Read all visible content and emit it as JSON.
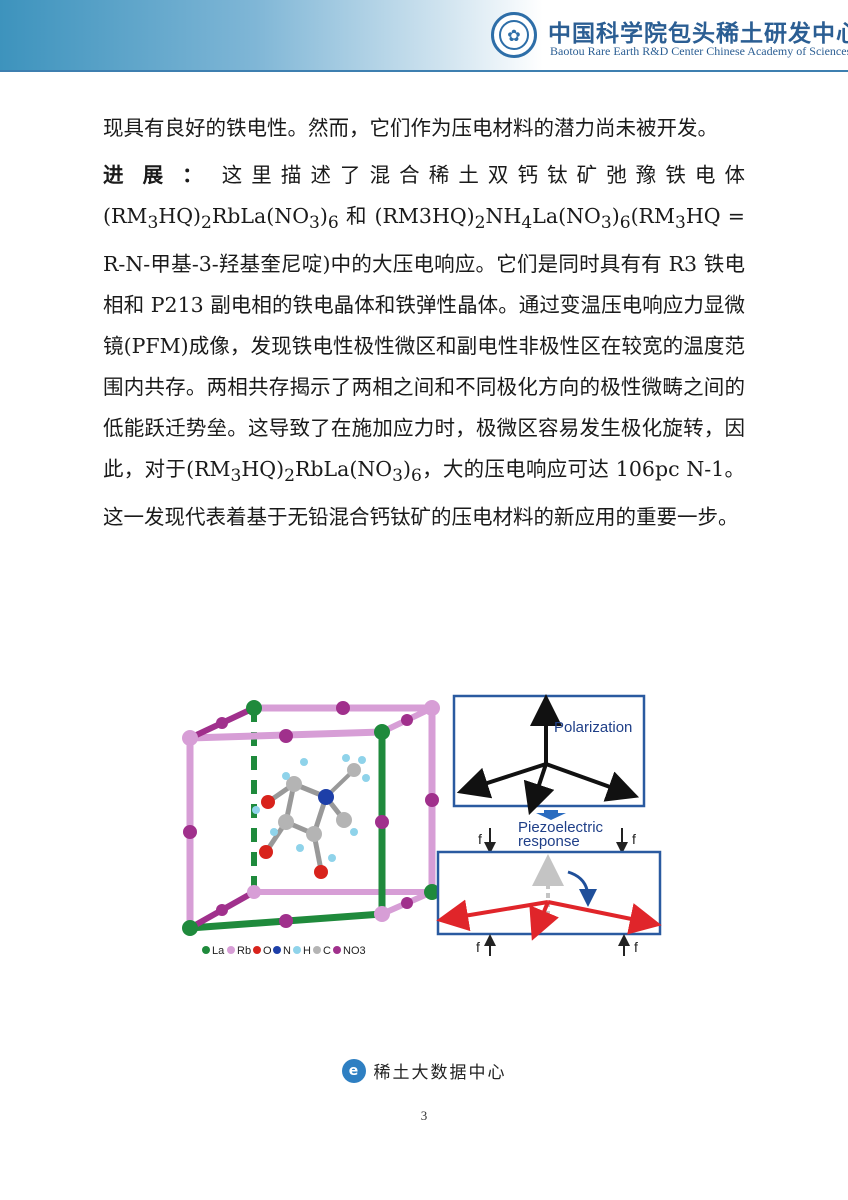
{
  "header": {
    "org_cn": "中国科学院包头稀土研发中心",
    "org_en": "Baotou Rare Earth R&D Center Chinese Academy of Sciences"
  },
  "body": {
    "p1": "现具有良好的铁电性。然而，它们作为压电材料的潜力尚未被开发。",
    "p2": {
      "label": "进展：",
      "s1": "这里描述了混合稀土双钙钛矿弛豫铁电体",
      "s2": "(RM",
      "s3": "3",
      "s4": "HQ)",
      "s5": "2",
      "s6": "RbLa(NO",
      "s7": "3",
      "s8": ")",
      "s9": "6",
      "s10": " 和 (RM3HQ)",
      "s11": "2",
      "s12": "NH",
      "s13": "4",
      "s14": "La(NO",
      "s15": "3",
      "s16": ")",
      "s17": "6",
      "s18": "(RM",
      "s19": "3",
      "s20": "HQ = R-N-甲基-3-羟基奎尼啶)中的大压电响应。它们是同时具有有 R3 铁电相和 P213 副电相的铁电晶体和铁弹性晶体。通过变温压电响应力显微镜(PFM)成像，发现铁电性极性微区和副电性非极性区在较宽的温度范围内共存。两相共存揭示了两相之间和不同极化方向的极性微畴之间的低能跃迁势垒。这导致了在施加应力时，极微区容易发生极化旋转，因此，对于",
      "s21": "(RM",
      "s22": "3",
      "s23": "HQ)",
      "s24": "2",
      "s25": "RbLa(NO",
      "s26": "3",
      "s27": ")",
      "s28": "6",
      "s29": "，大的压电响应可达 106pc N-1。这一发现代表着基于无铅混合钙钛矿的压电材料的新应用的重要一步。"
    }
  },
  "figure": {
    "polarization": "Polarization",
    "piezo_line1": "Piezoelectric",
    "piezo_line2": "response",
    "force_label": "f",
    "legend": {
      "la": "La",
      "rb": "Rb",
      "o": "O",
      "n": "N",
      "h": "H",
      "c": "C",
      "no3": "NO3"
    },
    "colors": {
      "box_blue": "#2a5aa0",
      "arrow_black": "#111111",
      "arrow_red": "#e0252a",
      "rotate_blue": "#1f4f9a",
      "frame_green": "#1f8a3c",
      "frame_pink": "#d79ed6",
      "frame_magenta": "#a0308c"
    }
  },
  "footer": {
    "logo_glyph": "e",
    "text": "稀土大数据中心",
    "page_number": "3"
  }
}
